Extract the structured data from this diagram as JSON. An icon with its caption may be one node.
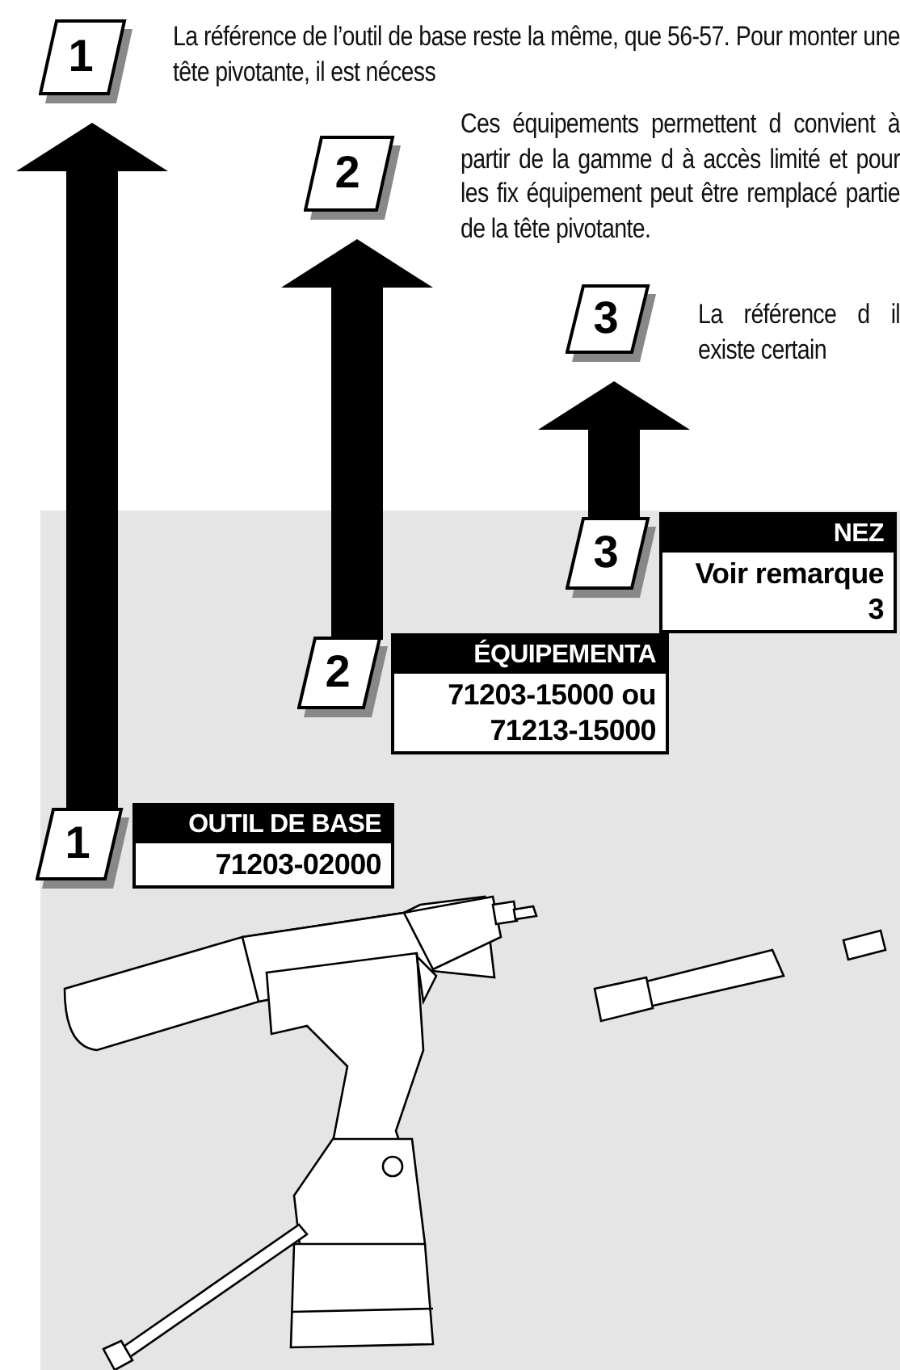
{
  "diagram": {
    "nodes": [
      {
        "text": [
          "1"
        ]
      },
      {
        "text": [
          "La référence de l’outil de base reste la même, que 56-57. Pour monter une tête pivotante, il est nécess"
        ]
      },
      {
        "text": [
          "2"
        ]
      },
      {
        "text": [
          "Ces équipements permettent d convient à partir de la gamme d à accès limité et pour les fix équipement peut être remplacé partie de la tête pivotante."
        ]
      },
      {
        "text": [
          "3"
        ]
      },
      {
        "text": [
          "La référence d il existe certain"
        ]
      },
      {
        "text": [
          "3"
        ]
      },
      {
        "text": [
          "NEZ",
          "Voir remarque 3"
        ]
      },
      {
        "text": [
          "2"
        ]
      },
      {
        "text": [
          "ÉQUIPEMENTA",
          "71203-15000 ou 71213-15000"
        ]
      },
      {
        "text": [
          "1"
        ]
      },
      {
        "text": [
          "OUTIL DE BASE",
          "71203-02000"
        ]
      }
    ],
    "edges": [
      {
        "from": 10,
        "to": 0,
        "arrow": "to"
      },
      {
        "from": 8,
        "to": 2,
        "arrow": "to"
      },
      {
        "from": 6,
        "to": 4,
        "arrow": "to"
      }
    ]
  }
}
